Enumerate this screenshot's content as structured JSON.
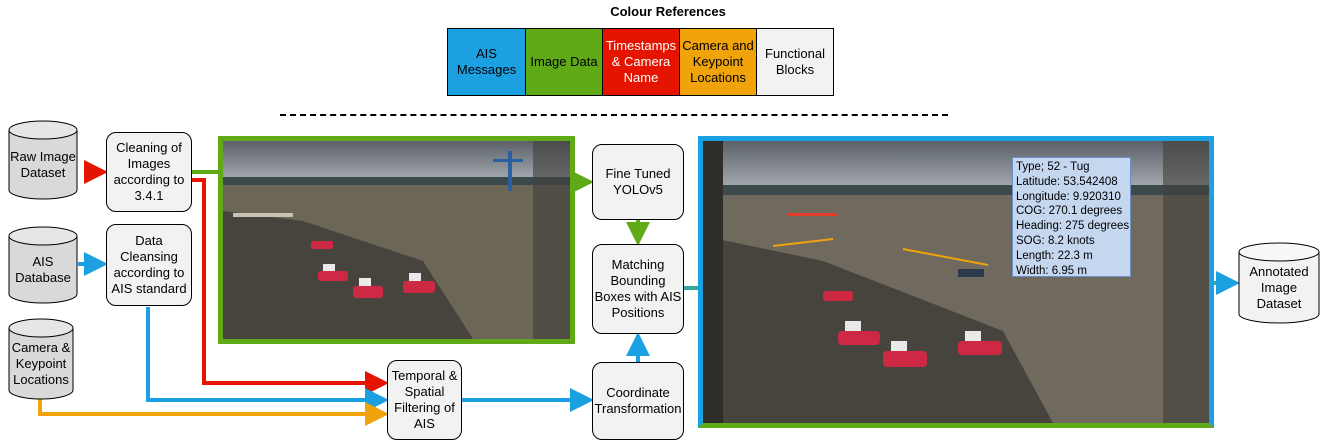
{
  "legend": {
    "title": "Colour References",
    "items": [
      {
        "label": "AIS Messages",
        "color": "#1ba1e2"
      },
      {
        "label": "Image Data",
        "color": "#60a917"
      },
      {
        "label": "Timestamps & Camera Name",
        "color": "#e51400"
      },
      {
        "label": "Camera and Keypoint Locations",
        "color": "#f0a30a"
      },
      {
        "label": "Functional Blocks",
        "color": "#f2f2f2"
      }
    ]
  },
  "sources": {
    "raw_image": "Raw Image Dataset",
    "ais_db": "AIS Database",
    "camera": "Camera & Keypoint Locations"
  },
  "blocks": {
    "cleaning": "Cleaning of Images according to 3.4.1",
    "data_cleansing": "Data Cleansing according to AIS standard",
    "temporal": "Temporal & Spatial Filtering of AIS",
    "yolo": "Fine Tuned YOLOv5",
    "matching": "Matching Bounding Boxes with AIS Positions",
    "coord": "Coordinate Transformation"
  },
  "output": "Annotated Image Dataset",
  "ais_overlay": {
    "lines": [
      "Type; 52 - Tug",
      "Latitude: 53.542408",
      "Longitude: 9.920310",
      "COG:  270.1 degrees",
      "Heading: 275 degrees",
      "SOG: 8.2 knots",
      "Length: 22.3 m",
      "Width: 6.95 m"
    ]
  },
  "images": {
    "input": "harbor camera image with tug boats",
    "output": "annotated harbor camera image"
  }
}
